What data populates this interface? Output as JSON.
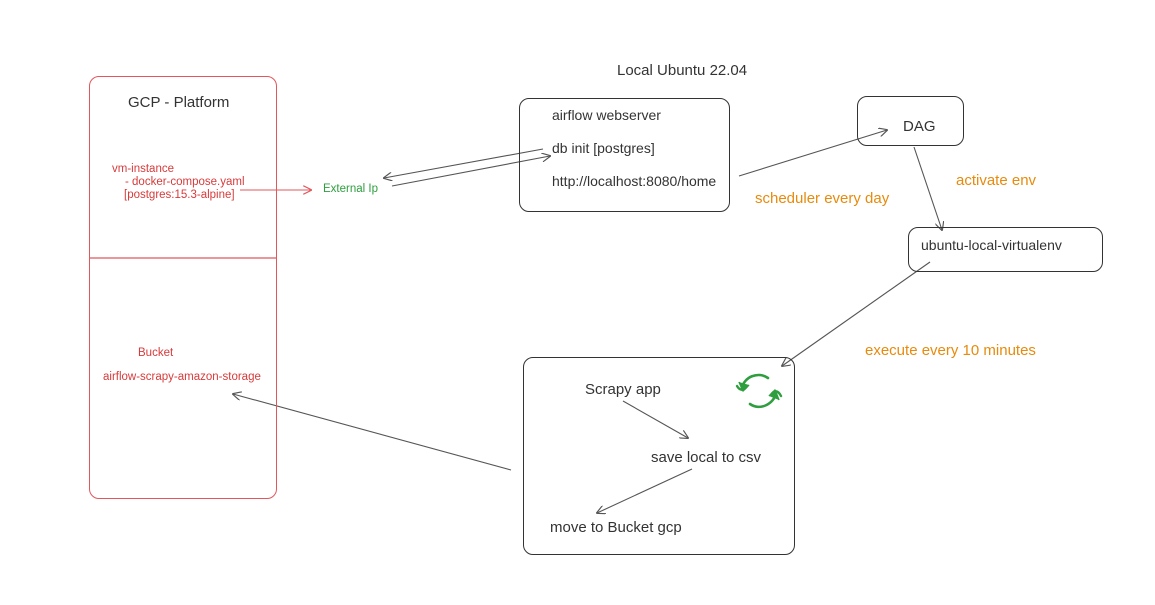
{
  "title": "Local Ubuntu 22.04",
  "gcp": {
    "label": "GCP - Platform",
    "vm_lines": [
      "vm-instance",
      "- docker-compose.yaml",
      "[postgres:15.3-alpine]"
    ],
    "bucket_label": "Bucket",
    "bucket_name": "airflow-scrapy-amazon-storage"
  },
  "external_ip": "External Ip",
  "airflow": {
    "line1": "airflow webserver",
    "line2": "db init [postgres]",
    "line3": "http://localhost:8080/home"
  },
  "dag": "DAG",
  "venv": "ubuntu-local-virtualenv",
  "annotations": {
    "scheduler": "scheduler every day",
    "activate": "activate env",
    "execute": "execute every 10 minutes"
  },
  "scrapy": {
    "app": "Scrapy app",
    "save": "save local to csv",
    "move": "move to Bucket gcp"
  },
  "icons": {
    "refresh": "refresh-cycle-icon"
  },
  "colors": {
    "gcp_border": "#e2575c",
    "gcp_text": "#d83a3a",
    "external_ip": "#2e9e3e",
    "annotation": "#e88a0c",
    "refresh_icon": "#2e9e3e"
  }
}
